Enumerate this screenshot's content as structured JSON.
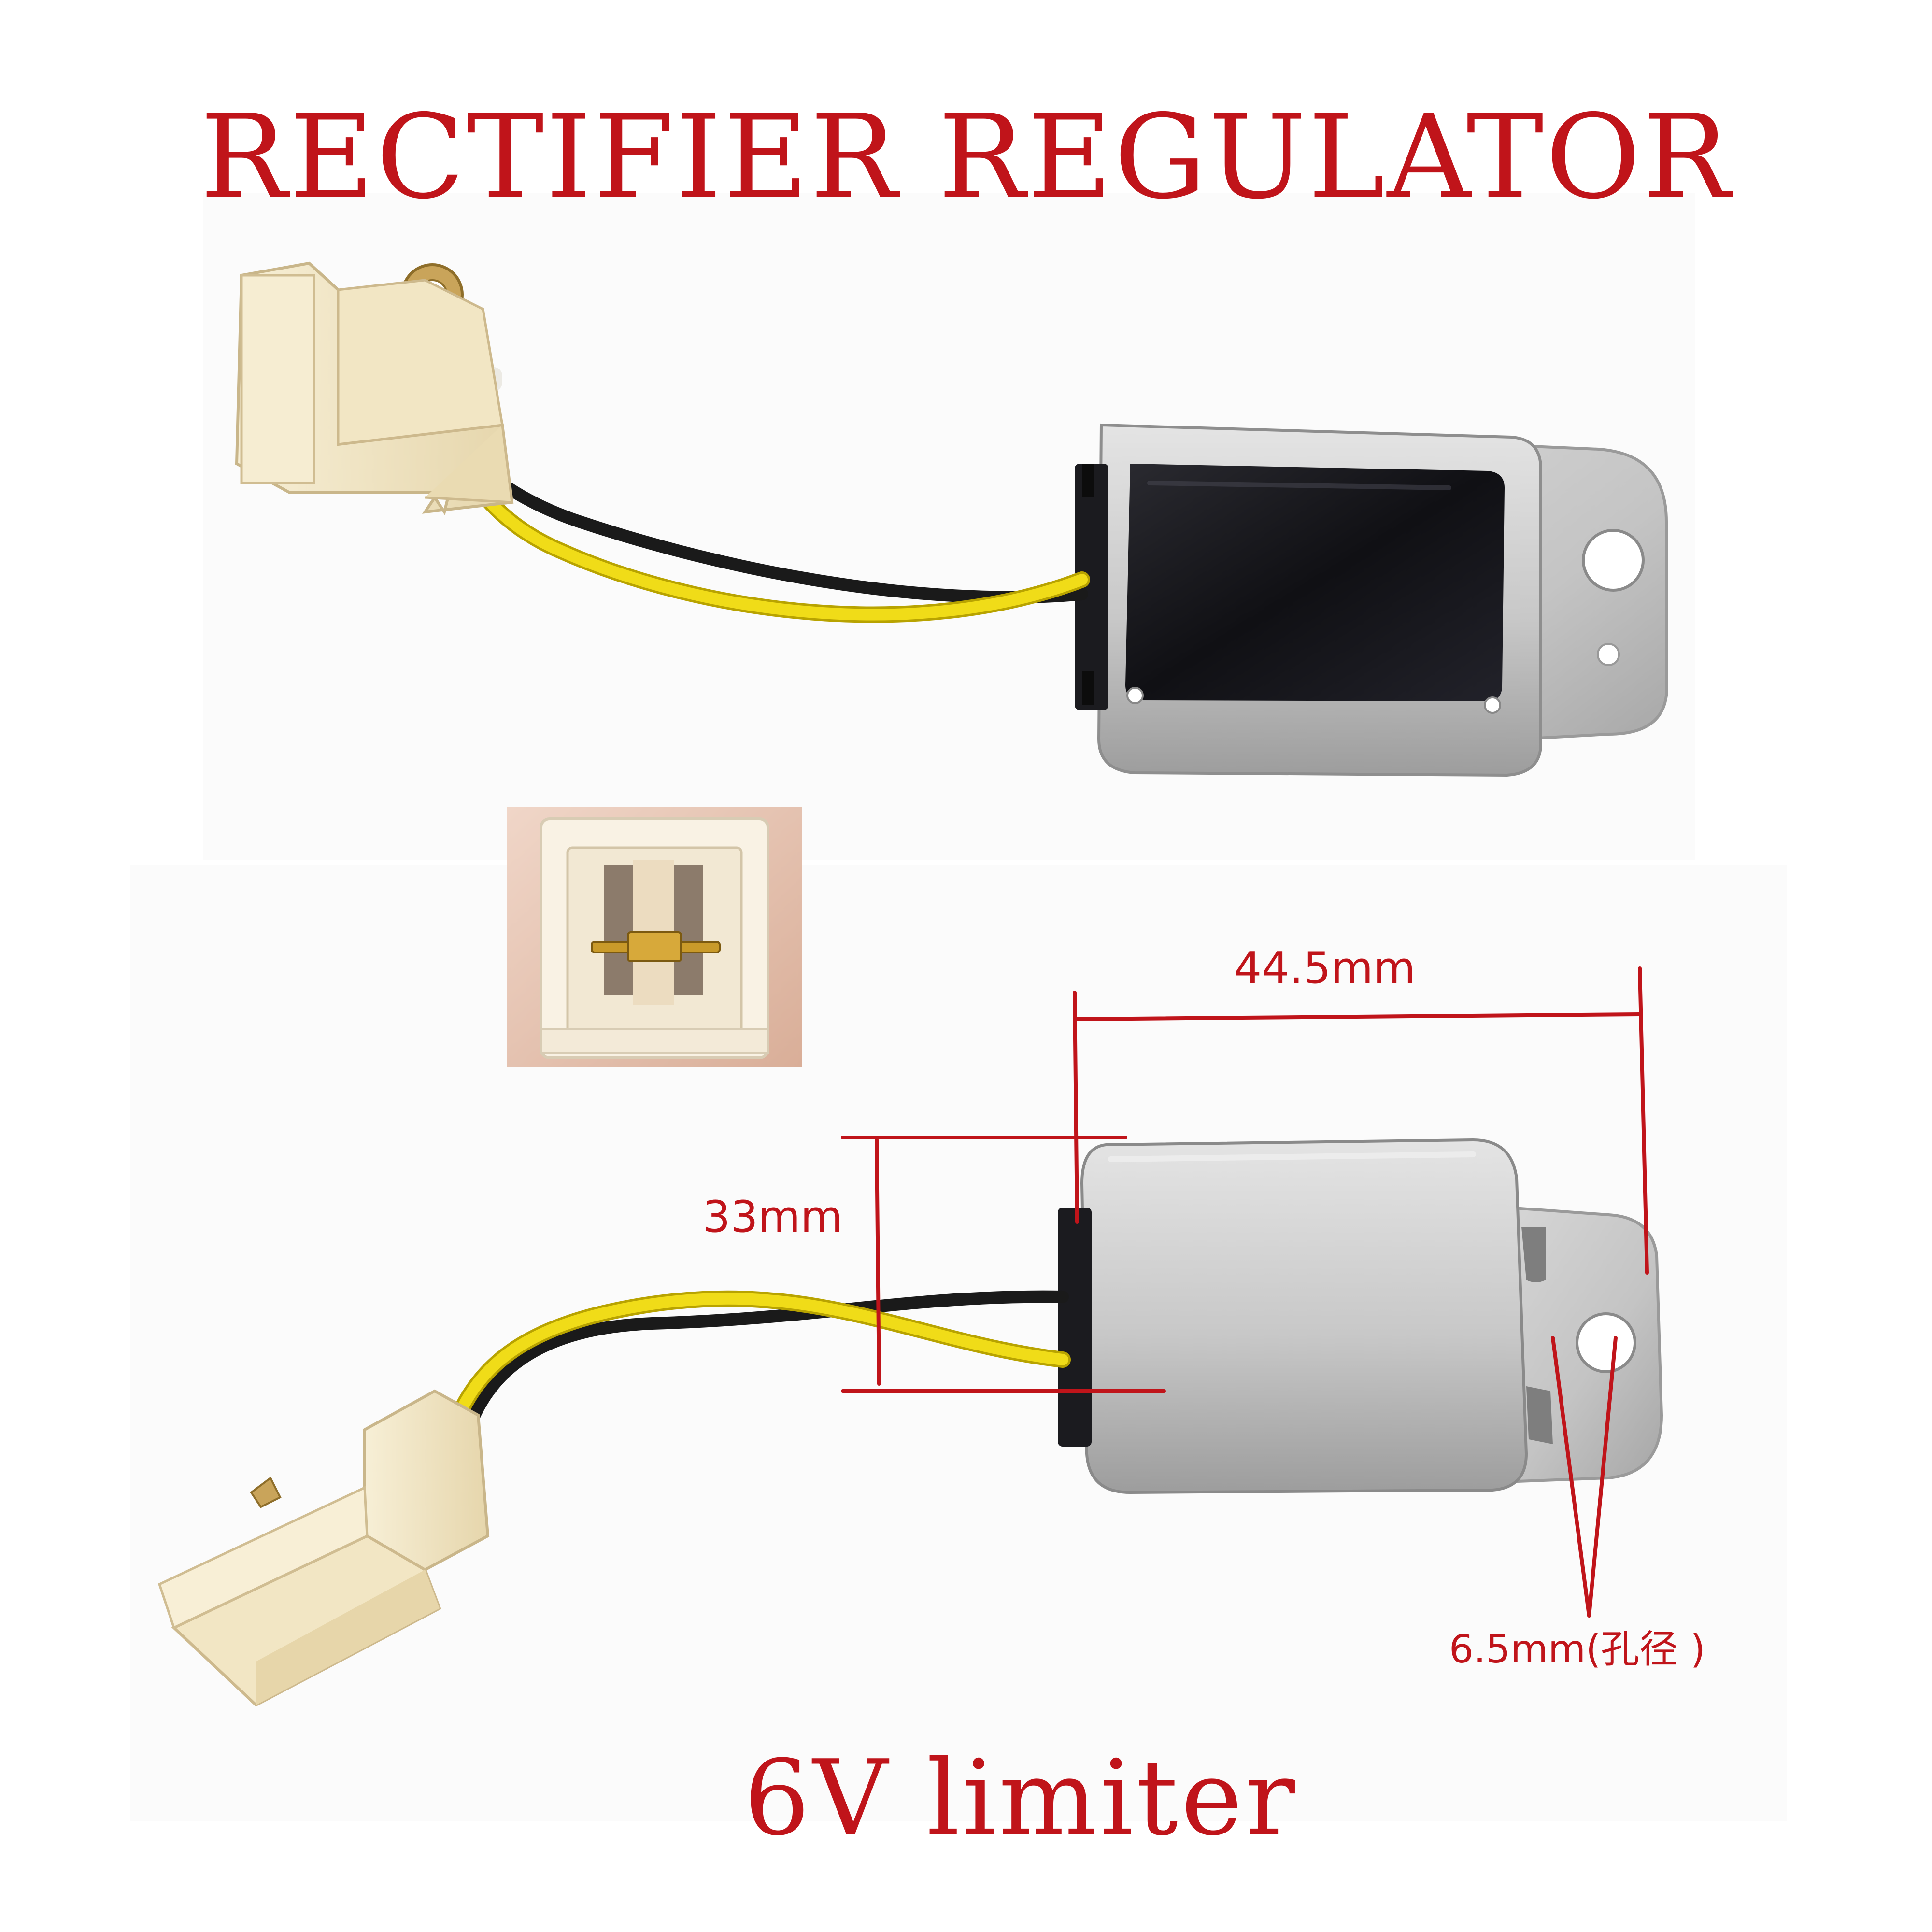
{
  "title": "RECTIFIER REGULATOR",
  "subtitle": "6V limiter",
  "dimensions": {
    "length": "44.5mm",
    "height": "33mm",
    "hole": "6.5mm(孔径 )"
  },
  "colors": {
    "text": "#c0141a",
    "measure_line": "#c0141a",
    "housing": "#bfbfbf",
    "potting": "#16161a",
    "wire_yellow": "#e8d40c",
    "wire_black": "#1a1a1a",
    "connector": "#f3e7c6",
    "inset_background": "#e8c6b4"
  }
}
